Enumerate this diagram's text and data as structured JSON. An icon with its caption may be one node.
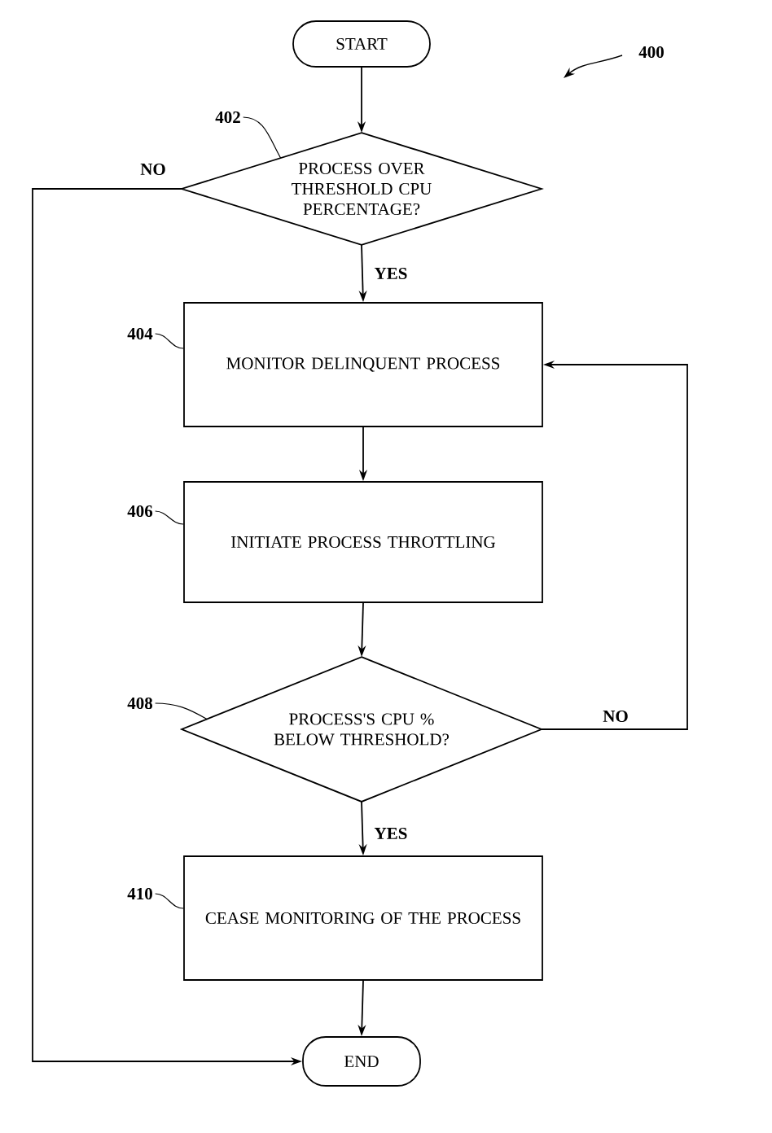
{
  "diagram": {
    "nodes": [
      {
        "text": [
          "START"
        ]
      },
      {
        "text": [
          "PROCESS OVER THRESHOLD CPU PERCENTAGE?"
        ]
      },
      {
        "text": [
          "MONITOR DELINQUENT PROCESS"
        ]
      },
      {
        "text": [
          "INITIATE PROCESS THROTTLING"
        ]
      },
      {
        "text": [
          "PROCESS'S CPU % BELOW THRESHOLD?"
        ]
      },
      {
        "text": [
          "CEASE MONITORING OF THE PROCESS"
        ]
      },
      {
        "text": [
          "END"
        ]
      },
      {
        "text": [
          "402"
        ]
      },
      {
        "text": [
          "404"
        ]
      },
      {
        "text": [
          "406"
        ]
      },
      {
        "text": [
          "408"
        ]
      },
      {
        "text": [
          "410"
        ]
      }
    ],
    "edges": [
      {
        "from": 0,
        "to": 1,
        "arrow": "to"
      },
      {
        "from": 1,
        "to": 2,
        "arrow": "to",
        "label": "YES"
      },
      {
        "from": 1,
        "to": 6,
        "arrow": "to",
        "label": "NO"
      },
      {
        "from": 2,
        "to": 3,
        "arrow": "to"
      },
      {
        "from": 3,
        "to": 4,
        "arrow": "to"
      },
      {
        "from": 4,
        "to": 2,
        "arrow": "to",
        "label": "NO"
      },
      {
        "from": 4,
        "to": 5,
        "arrow": "to",
        "label": "YES"
      },
      {
        "from": 5,
        "to": 6,
        "arrow": "to"
      },
      {
        "from": 7,
        "to": 1,
        "arrow": "none"
      },
      {
        "from": 8,
        "to": 2,
        "arrow": "none"
      },
      {
        "from": 9,
        "to": 3,
        "arrow": "none"
      },
      {
        "from": 10,
        "to": 4,
        "arrow": "none"
      },
      {
        "from": 11,
        "to": 5,
        "arrow": "none"
      }
    ],
    "labels": [
      "400"
    ]
  }
}
